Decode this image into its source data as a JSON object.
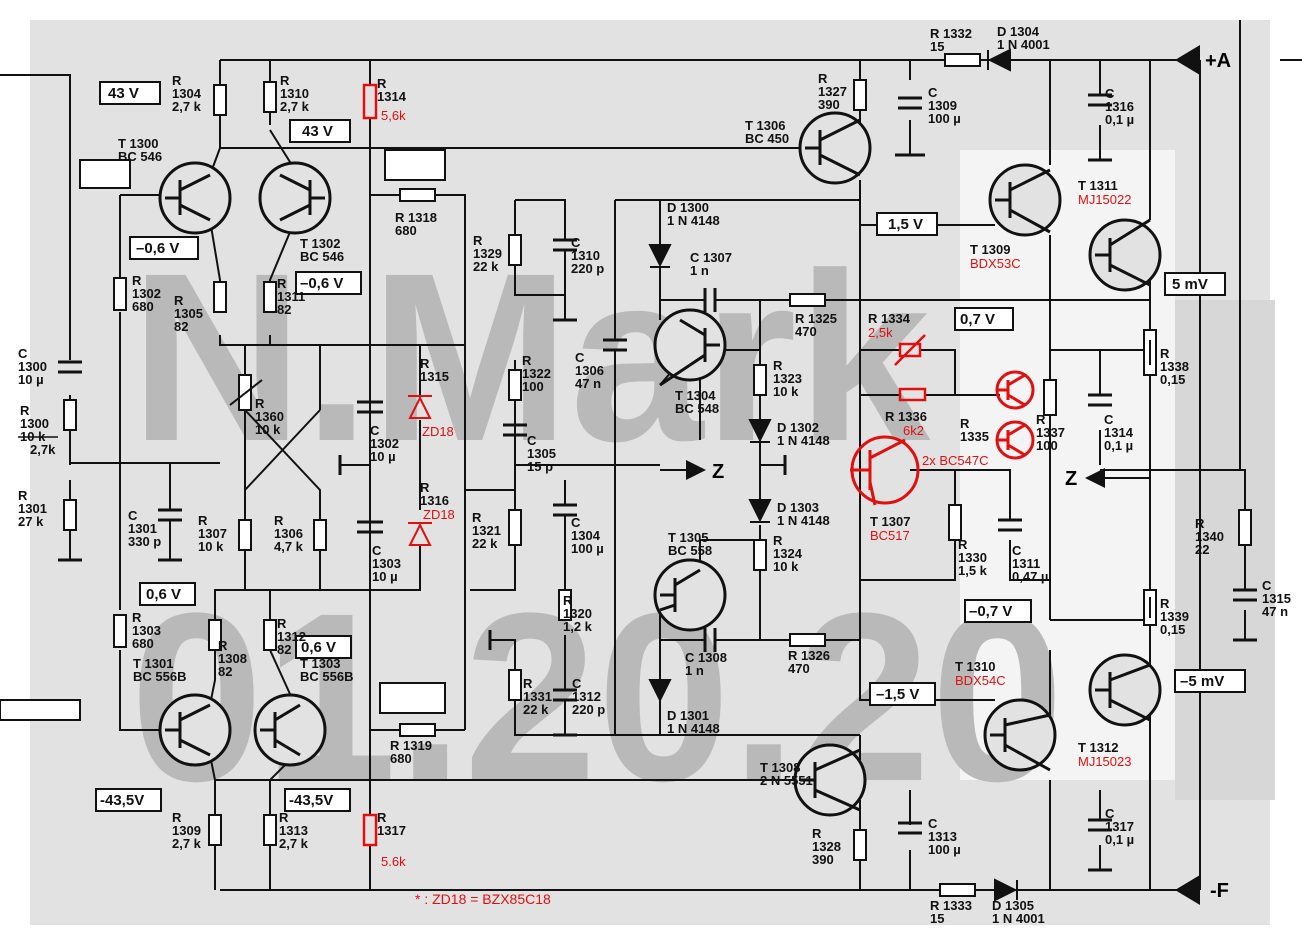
{
  "watermark": {
    "line1": "N.Mark",
    "line2": "01.20.20"
  },
  "footnote": "* : ZD18 = BZX85C18",
  "rails": {
    "positive": "+A",
    "negative": "-F",
    "output": "Z",
    "internal": "Z"
  },
  "voltages": {
    "v43a": "43 V",
    "v43b": "43 V",
    "vn06a": "–0,6 V",
    "vn06b": "–0,6 V",
    "v06a": "0,6 V",
    "v06b": "0,6 V",
    "vn435a": "-43,5V",
    "vn435b": "-43,5V",
    "v15": "1,5 V",
    "vn15": "–1,5 V",
    "v07": "0,7 V",
    "vn07": "–0,7 V",
    "v5mv": "5 mV",
    "vn5mv": "–5 mV"
  },
  "components": {
    "r1304": [
      "R",
      "1304",
      "2,7 k"
    ],
    "r1310": [
      "R",
      "1310",
      "2,7 k"
    ],
    "r1314": [
      "R",
      "1314"
    ],
    "r1314v": "5,6k",
    "t1300": [
      "T 1300",
      "BC 546"
    ],
    "t1302": [
      "T 1302",
      "BC 546"
    ],
    "r1318": [
      "R 1318",
      "680"
    ],
    "r1302": [
      "R",
      "1302",
      "680"
    ],
    "r1305": [
      "R",
      "1305",
      "82"
    ],
    "r1311": [
      "R",
      "1311",
      "82"
    ],
    "c1300": [
      "C",
      "1300",
      "10 µ"
    ],
    "r1300": [
      "R",
      "1300",
      "10 k"
    ],
    "r1300v": "2,7k",
    "r1301": [
      "R",
      "1301",
      "27 k"
    ],
    "r1360": [
      "R",
      "1360",
      "10 k"
    ],
    "r1315": [
      "R",
      "1315"
    ],
    "c1302": [
      "C",
      "1302",
      "10 µ"
    ],
    "zd18a": "ZD18",
    "r1316": [
      "R",
      "1316"
    ],
    "c1303": [
      "C",
      "1303",
      "10 µ"
    ],
    "zd18b": "ZD18",
    "c1301": [
      "C",
      "1301",
      "330 p"
    ],
    "r1307": [
      "R",
      "1307",
      "10 k"
    ],
    "r1306": [
      "R",
      "1306",
      "4,7 k"
    ],
    "r1303": [
      "R",
      "1303",
      "680"
    ],
    "r1308": [
      "R",
      "1308",
      "82"
    ],
    "r1312": [
      "R",
      "1312",
      "82"
    ],
    "t1301": [
      "T 1301",
      "BC 556B"
    ],
    "t1303": [
      "T 1303",
      "BC 556B"
    ],
    "r1319": [
      "R 1319",
      "680"
    ],
    "r1309": [
      "R",
      "1309",
      "2,7 k"
    ],
    "r1313": [
      "R",
      "1313",
      "2,7 k"
    ],
    "r1317": [
      "R",
      "1317"
    ],
    "r1317v": "5.6k",
    "r1329": [
      "R",
      "1329",
      "22 k"
    ],
    "c1310": [
      "C",
      "1310",
      "220 p"
    ],
    "r1322": [
      "R",
      "1322",
      "100"
    ],
    "c1306": [
      "C",
      "1306",
      "47 n"
    ],
    "c1305": [
      "C",
      "1305",
      "15 p"
    ],
    "r1321": [
      "R",
      "1321",
      "22 k"
    ],
    "c1304": [
      "C",
      "1304",
      "100 µ"
    ],
    "r1320": [
      "R",
      "1320",
      "1,2 k"
    ],
    "r1331": [
      "R",
      "1331",
      "22 k"
    ],
    "c1312": [
      "C",
      "1312",
      "220 p"
    ],
    "d1300": [
      "D 1300",
      "1 N 4148"
    ],
    "c1307": [
      "C 1307",
      "1 n"
    ],
    "t1304": [
      "T 1304",
      "BC 548"
    ],
    "t1305": [
      "T 1305",
      "BC 558"
    ],
    "c1308": [
      "C 1308",
      "1 n"
    ],
    "d1301": [
      "D 1301",
      "1 N 4148"
    ],
    "r1323": [
      "R",
      "1323",
      "10 k"
    ],
    "d1302": [
      "D 1302",
      "1 N 4148"
    ],
    "d1303": [
      "D 1303",
      "1 N 4148"
    ],
    "r1324": [
      "R",
      "1324",
      "10 k"
    ],
    "r1325": [
      "R 1325",
      "470"
    ],
    "r1326": [
      "R 1326",
      "470"
    ],
    "r1327": [
      "R",
      "1327",
      "390"
    ],
    "t1306": [
      "T 1306",
      "BC 450"
    ],
    "r1332": [
      "R 1332",
      "15"
    ],
    "d1304": [
      "D 1304",
      "1 N 4001"
    ],
    "c1309": [
      "C",
      "1309",
      "100 µ"
    ],
    "c1316": [
      "C",
      "1316",
      "0,1 µ"
    ],
    "t1311": "T 1311",
    "t1311v": "MJ15022",
    "t1309": "T 1309",
    "t1309v": "BDX53C",
    "r1334": "R 1334",
    "r1334v": "2,5k",
    "r1336": "R 1336",
    "r1336v": "6k2",
    "r1335": [
      "R",
      "1335"
    ],
    "bc547c": "2x BC547C",
    "t1307": "T 1307",
    "t1307v": "BC517",
    "r1337": [
      "R",
      "1337",
      "100"
    ],
    "c1314": [
      "C",
      "1314",
      "0,1 µ"
    ],
    "r1338": [
      "R",
      "1338",
      "0,15"
    ],
    "r1339": [
      "R",
      "1339",
      "0,15"
    ],
    "r1330": [
      "R",
      "1330",
      "1,5 k"
    ],
    "c1311": [
      "C",
      "1311",
      "0,47 µ"
    ],
    "r1340": [
      "R",
      "1340",
      "22"
    ],
    "c1315": [
      "C",
      "1315",
      "47 n"
    ],
    "t1310": "T 1310",
    "t1310v": "BDX54C",
    "t1312": "T 1312",
    "t1312v": "MJ15023",
    "t1308": [
      "T 1308",
      "2 N 5551"
    ],
    "r1328": [
      "R",
      "1328",
      "390"
    ],
    "c1313": [
      "C",
      "1313",
      "100 µ"
    ],
    "c1317": [
      "C",
      "1317",
      "0,1 µ"
    ],
    "r1333": [
      "R 1333",
      "15"
    ],
    "d1305": [
      "D 1305",
      "1 N 4001"
    ]
  }
}
